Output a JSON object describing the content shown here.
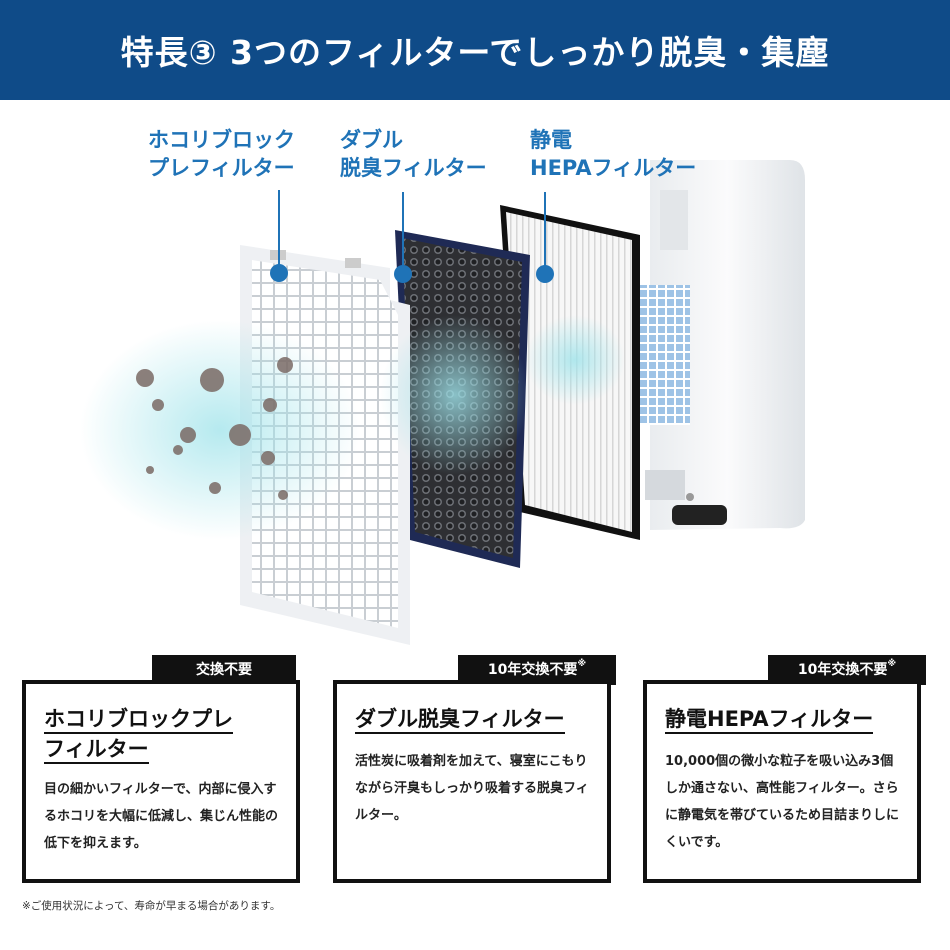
{
  "header": {
    "title": "特長③ 3つのフィルターでしっかり脱臭・集塵"
  },
  "labels": {
    "prefilter": "ホコリブロック\nプレフィルター",
    "deodor": "ダブル\n脱臭フィルター",
    "hepa": "静電\nHEPAフィルター"
  },
  "cards": [
    {
      "badge": "交換不要",
      "badge_note": "",
      "title_line1": "ホコリブロックプレ",
      "title_line2": "フィルター",
      "text": "目の細かいフィルターで、内部に侵入するホコリを大幅に低減し、集じん性能の低下を抑えます。"
    },
    {
      "badge": "10年交換不要",
      "badge_note": "※",
      "title_line1": "ダブル脱臭フィルター",
      "title_line2": "",
      "text": "活性炭に吸着剤を加えて、寝室にこもりながら汗臭もしっかり吸着する脱臭フィルター。"
    },
    {
      "badge": "10年交換不要",
      "badge_note": "※",
      "title_line1": "静電HEPAフィルター",
      "title_line2": "",
      "text": "10,000個の微小な粒子を吸い込み3個しか通さない、高性能フィルター。さらに静電気を帯びているため目詰まりしにくいです。"
    }
  ],
  "footnote": "※ご使用状況によって、寿命が早まる場合があります。",
  "colors": {
    "header": "#0f4b88",
    "label": "#1f73b7",
    "dot": "#1f73b7"
  }
}
